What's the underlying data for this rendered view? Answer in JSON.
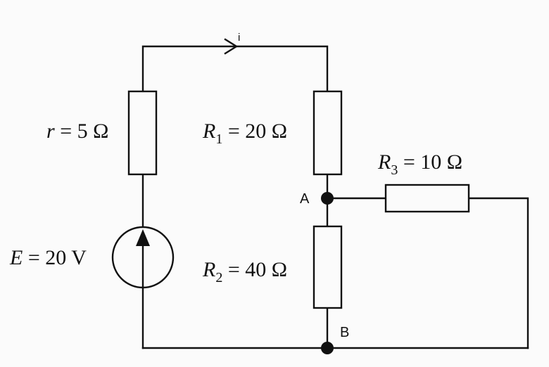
{
  "circuit": {
    "source": {
      "symbol": "E",
      "value_text": "= 20 V"
    },
    "internal_resistance": {
      "symbol": "r",
      "value_text": "= 5 Ω"
    },
    "r1": {
      "symbol": "R",
      "subscript": "1",
      "value_text": "= 20 Ω"
    },
    "r2": {
      "symbol": "R",
      "subscript": "2",
      "value_text": "= 40 Ω"
    },
    "r3": {
      "symbol": "R",
      "subscript": "3",
      "value_text": "= 10 Ω"
    },
    "current_label": "i",
    "node_a": "A",
    "node_b": "B"
  }
}
